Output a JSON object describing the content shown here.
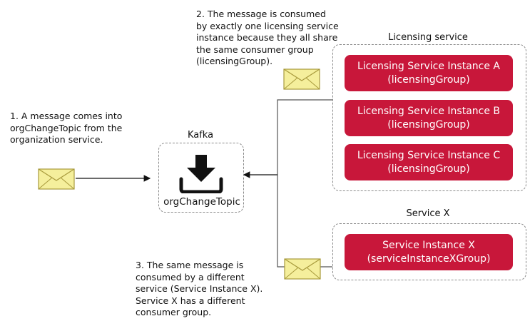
{
  "notes": {
    "step1": "1. A message comes into\norgChangeTopic from the\norganization service.",
    "step2": "2. The message is consumed\nby exactly one licensing service\ninstance because they all share\nthe same consumer group\n(licensingGroup).",
    "step3": "3. The same message is\nconsumed by a different\nservice (Service Instance X).\nService X has a different\nconsumer group."
  },
  "kafka": {
    "label": "Kafka",
    "topic": "orgChangeTopic",
    "icon": "download-tray-icon"
  },
  "licensing_service": {
    "label": "Licensing service",
    "instances": [
      {
        "name": "Licensing Service Instance A",
        "group": "(licensingGroup)"
      },
      {
        "name": "Licensing Service Instance B",
        "group": "(licensingGroup)"
      },
      {
        "name": "Licensing Service Instance C",
        "group": "(licensingGroup)"
      }
    ]
  },
  "service_x": {
    "label": "Service X",
    "instances": [
      {
        "name": "Service Instance X",
        "group": "(serviceInstanceXGroup)"
      }
    ]
  },
  "colors": {
    "instance_fill": "#c8173a",
    "envelope_fill": "#f5ef9c",
    "envelope_stroke": "#a89a3c",
    "border_dashed": "#8a8a8a"
  }
}
